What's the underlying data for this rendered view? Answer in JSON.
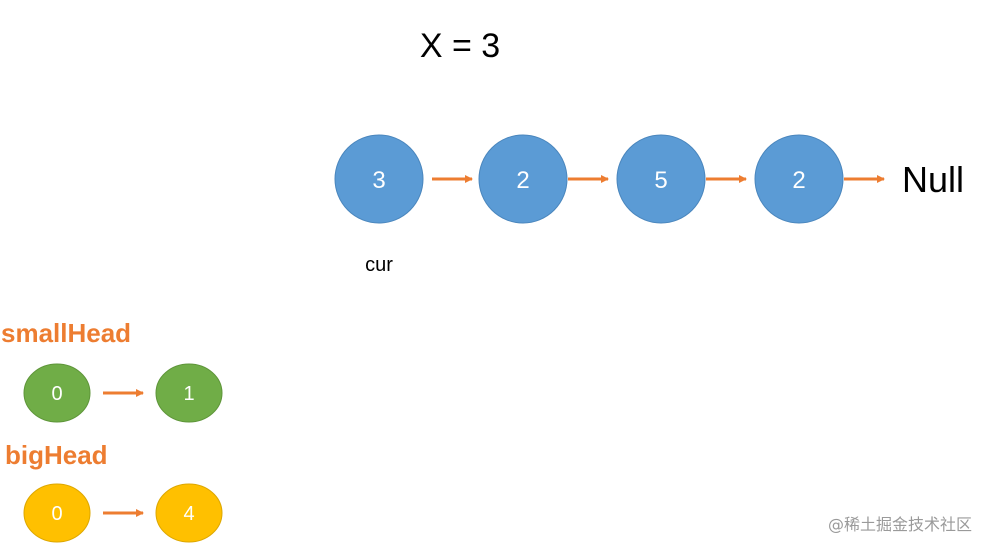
{
  "title": "X = 3",
  "null_label": "Null",
  "cur_label": "cur",
  "main_list": {
    "nodes": [
      "3",
      "2",
      "5",
      "2"
    ],
    "color": "#5B9BD5"
  },
  "small_list": {
    "label": "smallHead",
    "nodes": [
      "0",
      "1"
    ],
    "color": "#70AD47"
  },
  "big_list": {
    "label": "bigHead",
    "nodes": [
      "0",
      "4"
    ],
    "color": "#FFC000"
  },
  "arrow_color": "#ED7D31",
  "watermark": "@稀土掘金技术社区"
}
